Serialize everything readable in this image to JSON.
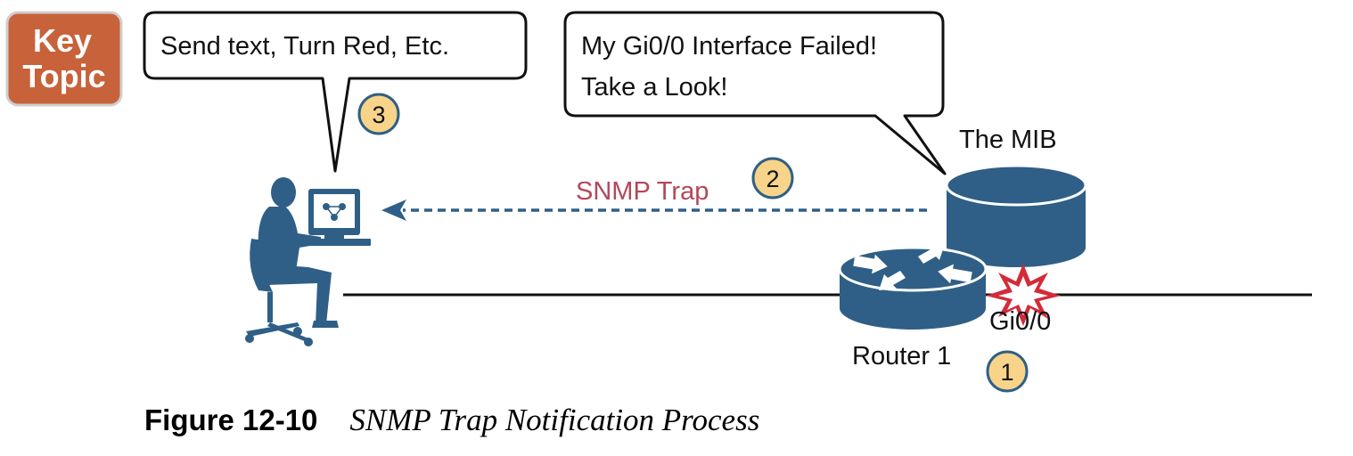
{
  "key_topic": {
    "line1": "Key",
    "line2": "Topic"
  },
  "callouts": {
    "user": "Send text, Turn Red, Etc.",
    "router_line1": "My Gi0/0 Interface Failed!",
    "router_line2": "Take a Look!"
  },
  "labels": {
    "mib": "The MIB",
    "trap": "SNMP Trap",
    "router": "Router 1",
    "interface": "Gi0/0"
  },
  "steps": [
    "1",
    "2",
    "3"
  ],
  "caption": {
    "number": "Figure 12-10",
    "title": "SNMP Trap Notification Process"
  },
  "colors": {
    "key_topic_bg": "#c8623a",
    "device_blue": "#2f5f86",
    "trap_text": "#b5475a",
    "arrow": "#2f5f86",
    "step_fill": "#f7d48a",
    "step_stroke": "#2f5f86",
    "explosion": "#d42a3a"
  }
}
